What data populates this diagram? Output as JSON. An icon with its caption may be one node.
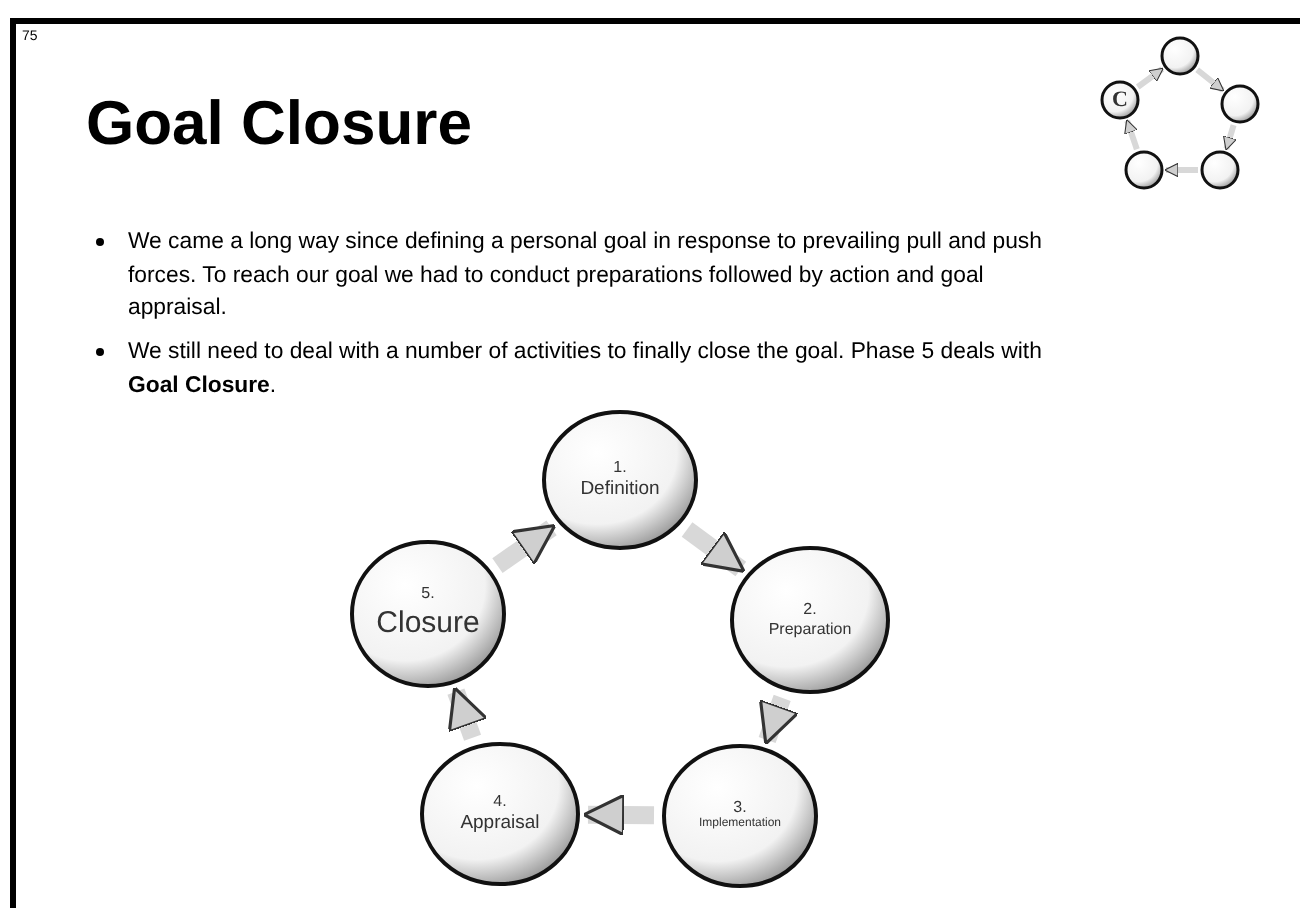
{
  "diagram": {
    "title": "Goal Closure",
    "nodes": [
      {
        "text": [
          "1.",
          "Definition"
        ]
      },
      {
        "text": [
          "2.",
          "Preparation"
        ]
      },
      {
        "text": [
          "3.",
          "Implementation"
        ]
      },
      {
        "text": [
          "4.",
          "Appraisal"
        ]
      },
      {
        "text": [
          "5.",
          "Closure"
        ]
      },
      {
        "text": [],
        "shape": "circle"
      },
      {
        "text": [],
        "shape": "circle"
      },
      {
        "text": [],
        "shape": "circle"
      },
      {
        "text": [],
        "shape": "circle"
      },
      {
        "text": [
          "C"
        ]
      }
    ],
    "edges": [
      {
        "from": 0,
        "to": 1,
        "arrow": "to",
        "style": "thick"
      },
      {
        "from": 1,
        "to": 2,
        "arrow": "to",
        "style": "thick"
      },
      {
        "from": 2,
        "to": 3,
        "arrow": "to",
        "style": "thick"
      },
      {
        "from": 3,
        "to": 4,
        "arrow": "to",
        "style": "thick"
      },
      {
        "from": 4,
        "to": 0,
        "arrow": "to",
        "style": "thick"
      },
      {
        "from": 5,
        "to": 6,
        "arrow": "to"
      },
      {
        "from": 6,
        "to": 7,
        "arrow": "to"
      },
      {
        "from": 7,
        "to": 8,
        "arrow": "to"
      },
      {
        "from": 8,
        "to": 9,
        "arrow": "to"
      },
      {
        "from": 9,
        "to": 5,
        "arrow": "to"
      }
    ],
    "labels": [
      "75",
      "We came a long way since defining a personal goal in response to prevailing pull and push forces.  To reach our goal we had to conduct preparations followed by action and goal appraisal.",
      "We still need to deal with a number of activities to finally close the goal.  Phase 5 deals with **Goal Closure**."
    ]
  }
}
